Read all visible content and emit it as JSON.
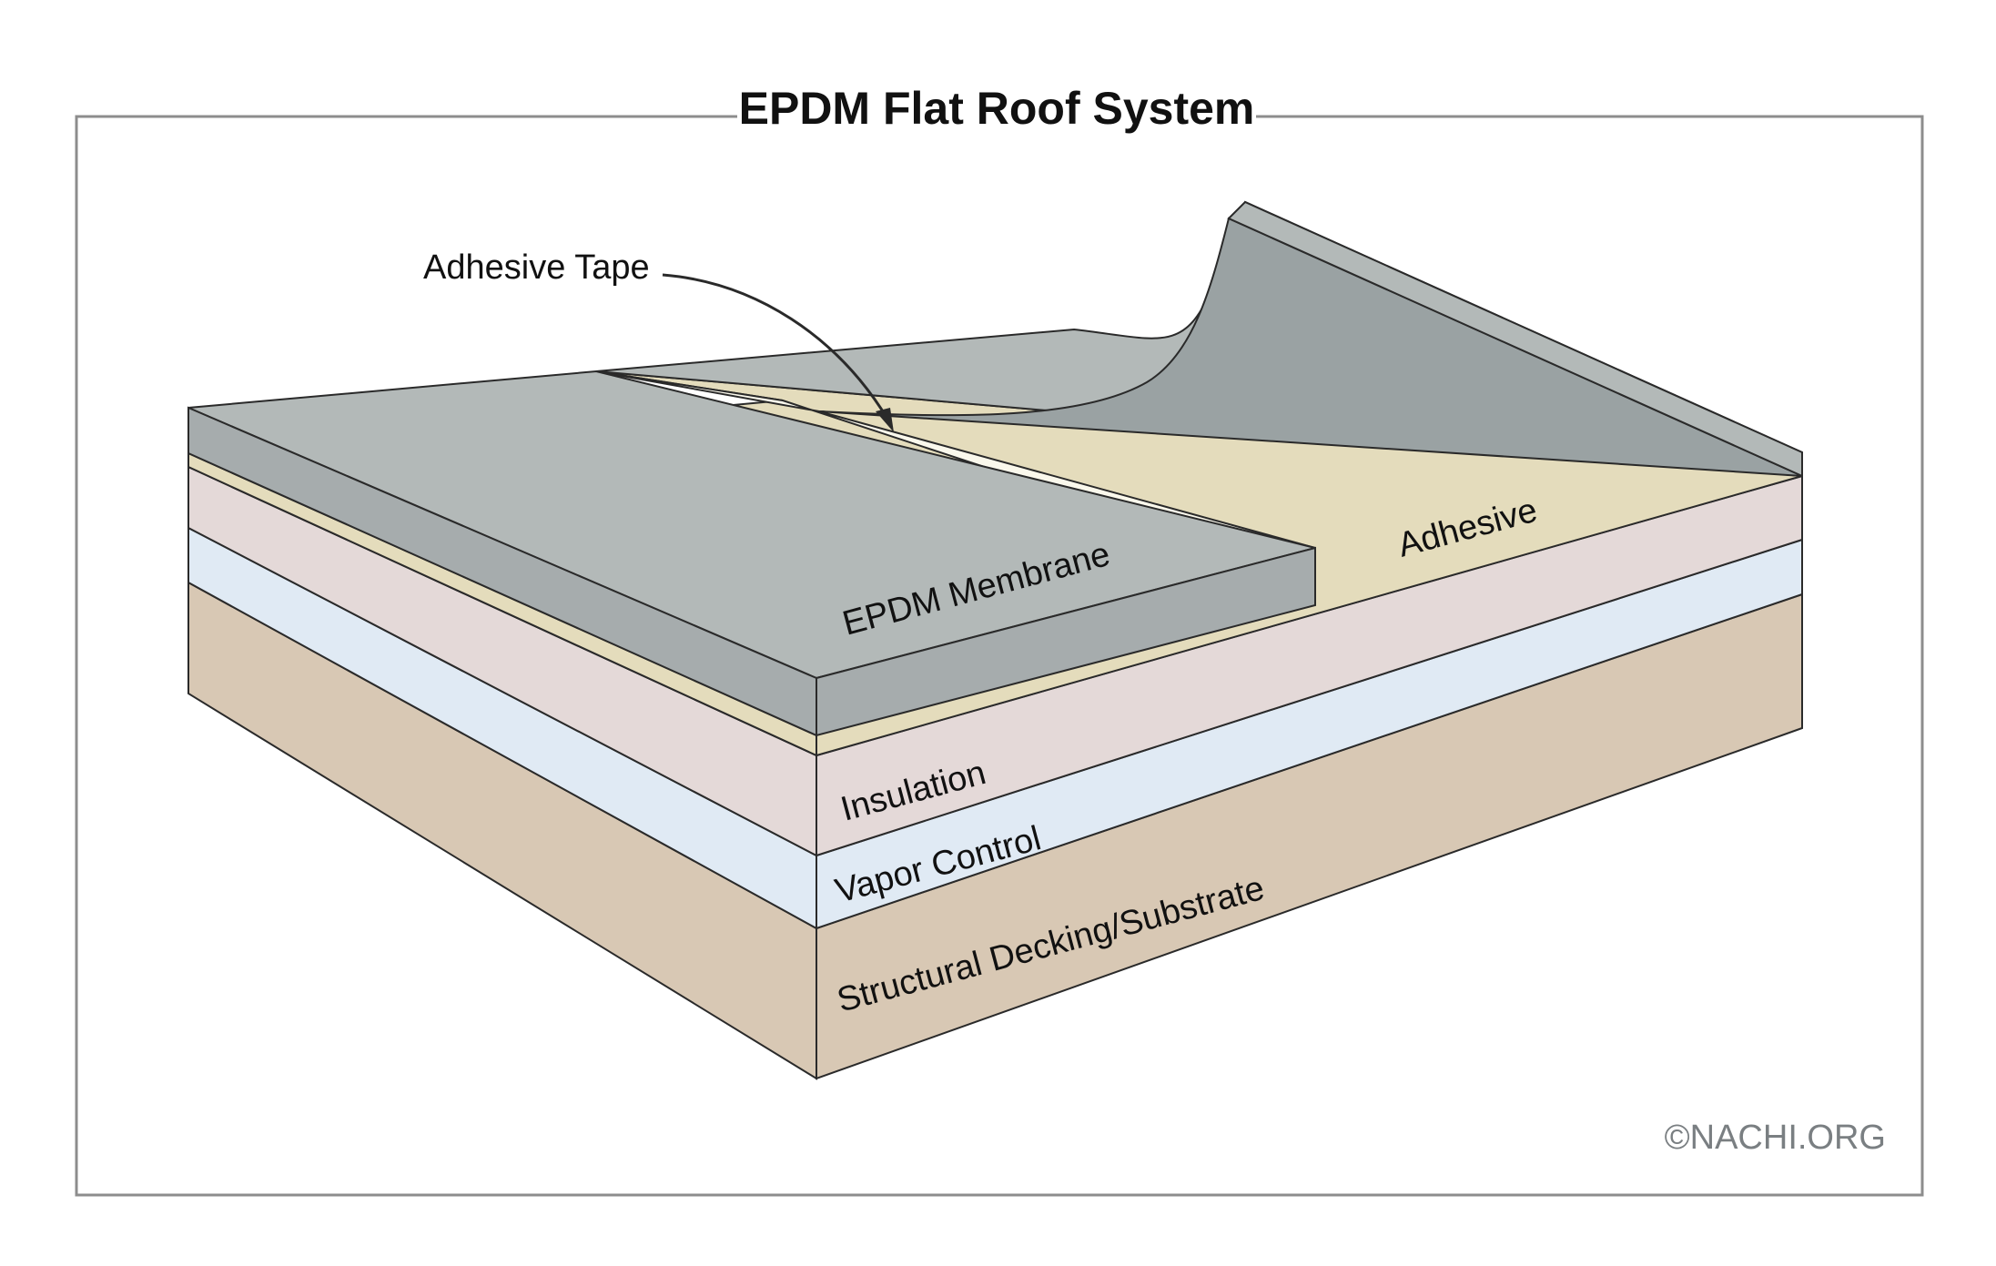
{
  "title": "EPDM Flat Roof System",
  "labels": {
    "adhesive_tape": "Adhesive Tape",
    "adhesive": "Adhesive",
    "epdm_membrane": "EPDM Membrane",
    "insulation": "Insulation",
    "vapor_control": "Vapor Control",
    "structural_decking": "Structural Decking/Substrate"
  },
  "credit": "©NACHI.ORG",
  "colors": {
    "membrane_top": "#b3b9b8",
    "membrane_side": "#9aa1a2",
    "membrane_peeled": "#9aa2a3",
    "adhesive": "#e4dcbc",
    "tape": "#faf8ec",
    "insulation": "#e4d9d8",
    "vapor_control": "#e0eaf4",
    "decking": "#d8c8b4",
    "frame": "#8d8d8d",
    "outline": "#2a2a2a"
  }
}
